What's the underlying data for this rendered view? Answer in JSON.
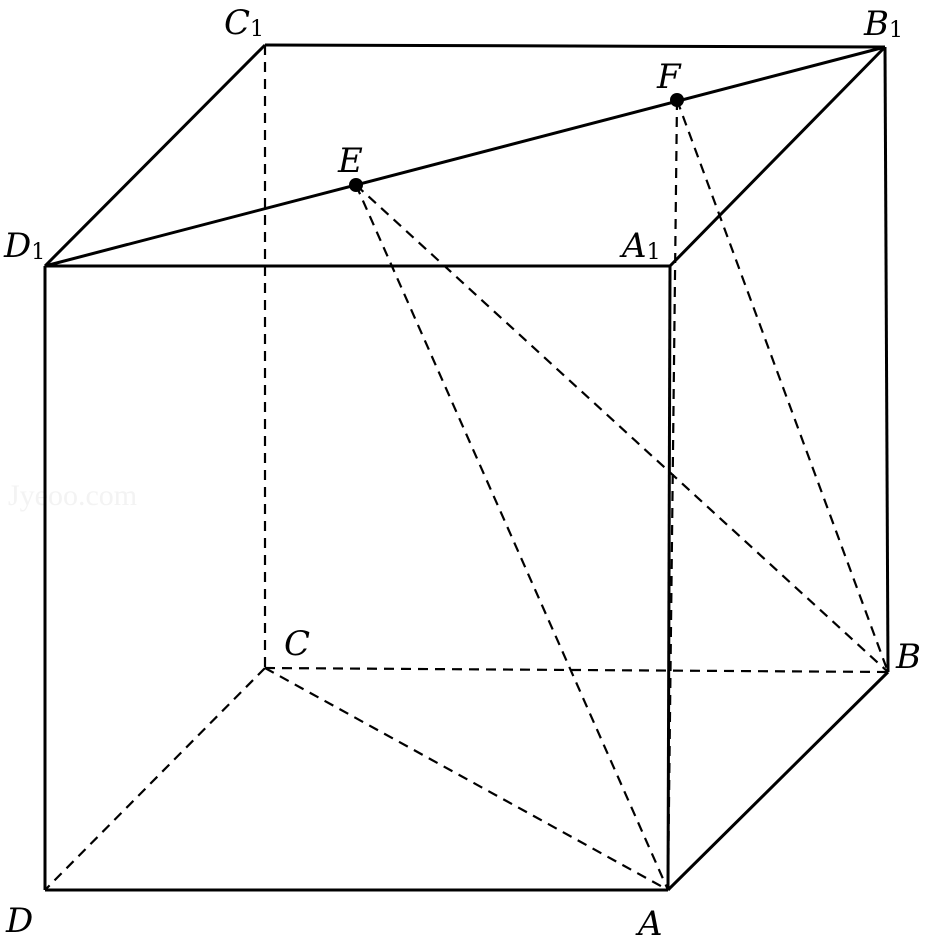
{
  "figure": {
    "title": "Cube ABCD-A1B1C1D1 with points E and F on D1B1",
    "watermark": "Jyeoo.com",
    "points": [
      {
        "name": "A",
        "sub": ""
      },
      {
        "name": "B",
        "sub": ""
      },
      {
        "name": "C",
        "sub": ""
      },
      {
        "name": "D",
        "sub": ""
      },
      {
        "name": "A",
        "sub": "1"
      },
      {
        "name": "B",
        "sub": "1"
      },
      {
        "name": "C",
        "sub": "1"
      },
      {
        "name": "D",
        "sub": "1"
      },
      {
        "name": "E",
        "sub": ""
      },
      {
        "name": "F",
        "sub": ""
      }
    ],
    "solid_edges": [
      [
        "C1",
        "B1"
      ],
      [
        "C1",
        "D1"
      ],
      [
        "D1",
        "A1"
      ],
      [
        "D1",
        "D"
      ],
      [
        "D",
        "A"
      ],
      [
        "A",
        "A1"
      ],
      [
        "A1",
        "B1"
      ],
      [
        "B1",
        "B"
      ],
      [
        "B",
        "A"
      ],
      [
        "D1",
        "B1"
      ]
    ],
    "dashed_edges": [
      [
        "C1",
        "C"
      ],
      [
        "C",
        "B"
      ],
      [
        "C",
        "D"
      ],
      [
        "C",
        "A"
      ],
      [
        "E",
        "A"
      ],
      [
        "E",
        "B"
      ],
      [
        "F",
        "B"
      ],
      [
        "F",
        "A"
      ]
    ],
    "marked_points": [
      "E",
      "F"
    ]
  }
}
